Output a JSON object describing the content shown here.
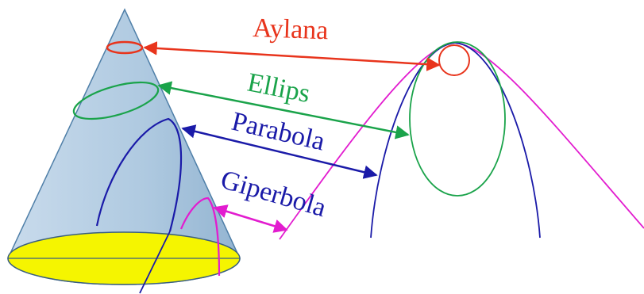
{
  "labels": {
    "circle": "Aylana",
    "ellipse": "Ellips",
    "parabola": "Parabola",
    "hyperbola": "Giperbola"
  },
  "colors": {
    "circle": "#e8341c",
    "ellipse": "#1aa34a",
    "parabola": "#1a1aa8",
    "hyperbola": "#e21ccf",
    "cone_fill": "#b3cde3",
    "cone_edge": "#4f7fa8",
    "base_fill": "#f5f500"
  }
}
